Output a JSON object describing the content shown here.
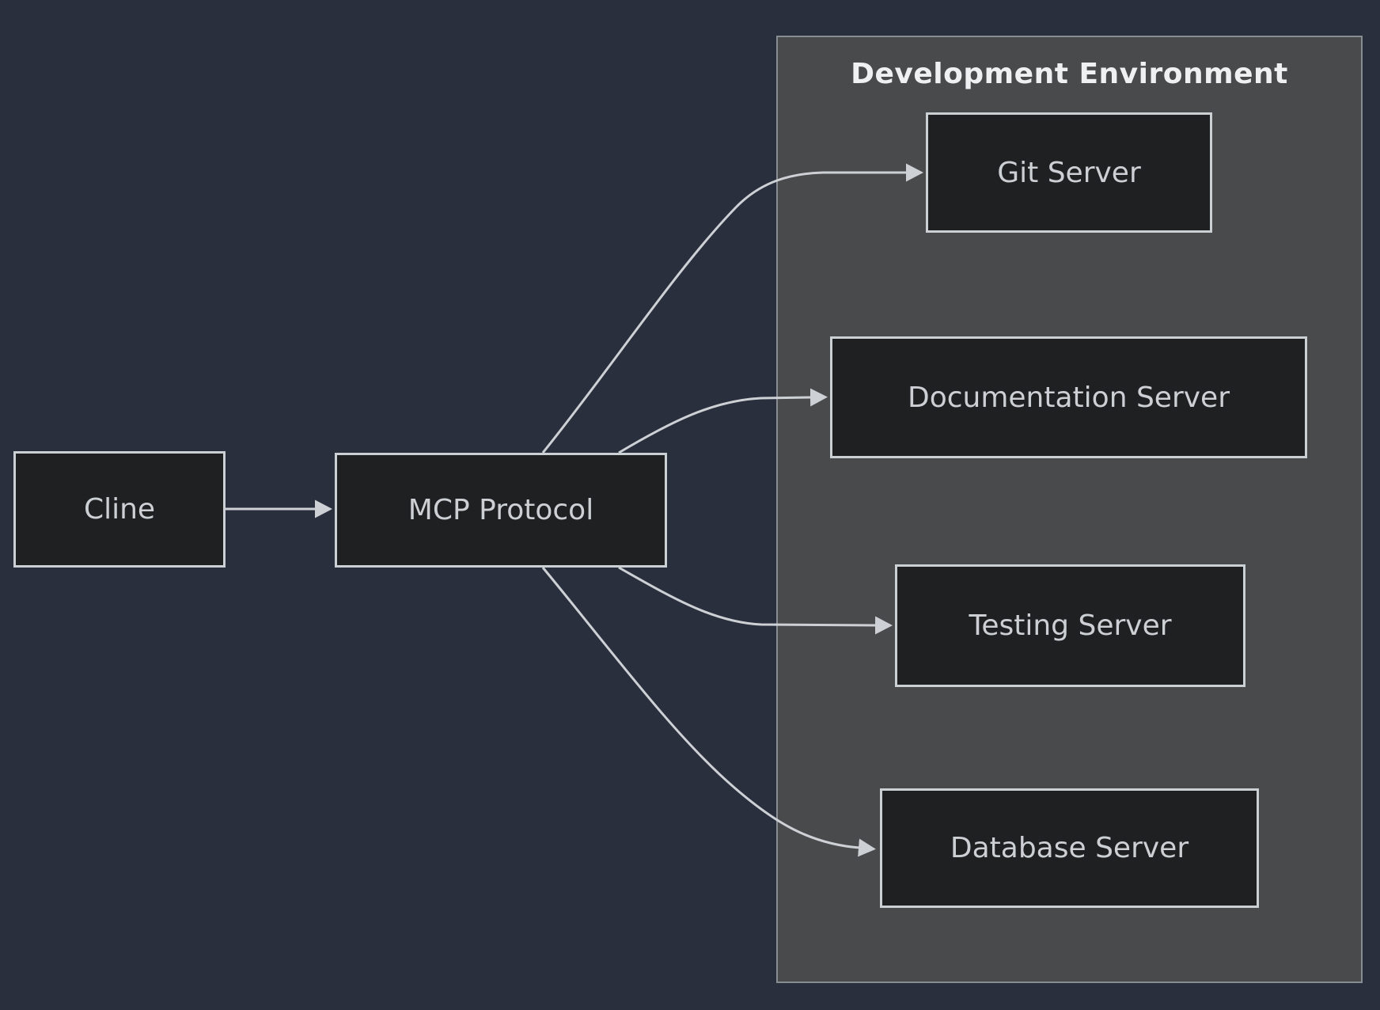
{
  "diagram": {
    "type": "flowchart-LR",
    "nodes": [
      {
        "id": "cline",
        "label": "Cline"
      },
      {
        "id": "mcp",
        "label": "MCP Protocol"
      },
      {
        "id": "git",
        "label": "Git Server"
      },
      {
        "id": "documentation",
        "label": "Documentation Server"
      },
      {
        "id": "testing",
        "label": "Testing Server"
      },
      {
        "id": "database",
        "label": "Database Server"
      }
    ],
    "cluster": {
      "title": "Development Environment",
      "node_ids": [
        "git",
        "documentation",
        "testing",
        "database"
      ]
    },
    "edges": [
      {
        "from": "cline",
        "to": "mcp"
      },
      {
        "from": "mcp",
        "to": "git"
      },
      {
        "from": "mcp",
        "to": "documentation"
      },
      {
        "from": "mcp",
        "to": "testing"
      },
      {
        "from": "mcp",
        "to": "database"
      }
    ],
    "colors": {
      "background": "#2a2f3d",
      "cluster_fill": "#494a4c",
      "cluster_border": "#888d94",
      "node_fill": "#1e2022",
      "node_border": "#cbd0d4",
      "node_text": "#ccd0d4",
      "edge": "#cdd1d5",
      "cluster_title_text": "#eef0f2"
    }
  }
}
